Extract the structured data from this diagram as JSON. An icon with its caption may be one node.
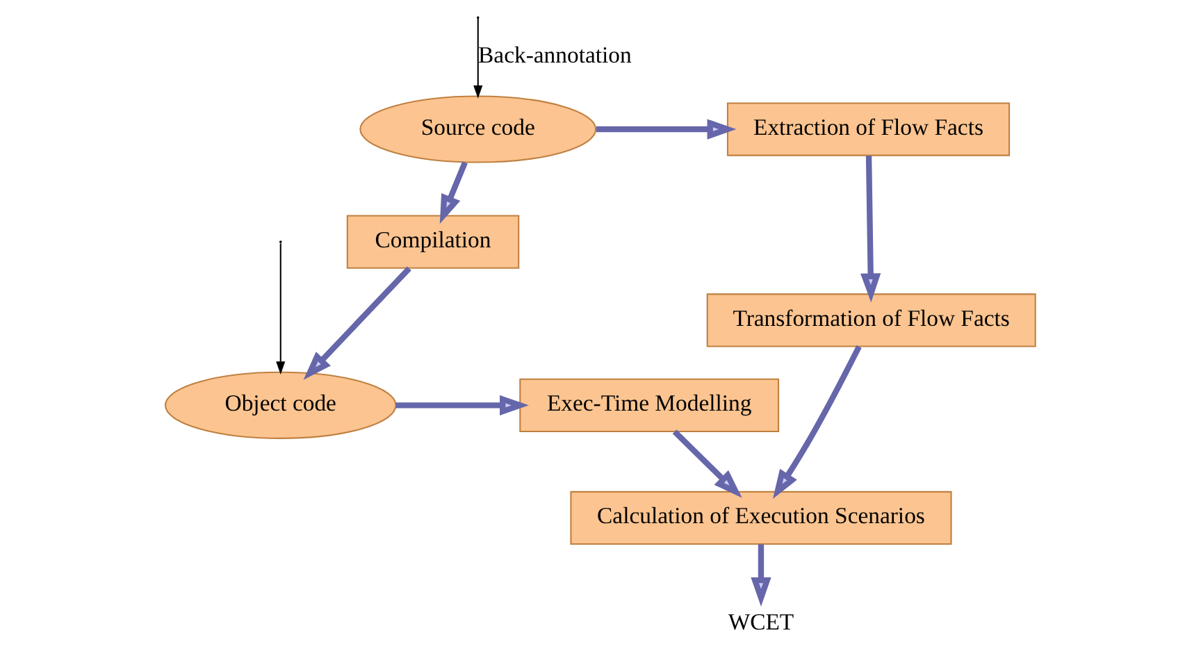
{
  "diagram": {
    "nodes": [
      {
        "text": [
          "Source code"
        ]
      },
      {
        "text": [
          "Extraction of Flow Facts"
        ]
      },
      {
        "text": [
          "Compilation"
        ]
      },
      {
        "text": [
          "Transformation of Flow Facts"
        ]
      },
      {
        "text": [
          "Calculation of Execution Scenarios"
        ]
      },
      {
        "text": [
          "Object code"
        ]
      },
      {
        "text": [
          "Exec-Time Modelling"
        ]
      },
      {
        "text": [
          "WCET"
        ]
      }
    ],
    "edges": [
      {
        "from": 0,
        "to": 1,
        "arrow": "to"
      },
      {
        "from": 0,
        "to": 2,
        "arrow": "to"
      },
      {
        "from": 1,
        "to": 3,
        "arrow": "to"
      },
      {
        "from": 2,
        "to": 5,
        "arrow": "to"
      },
      {
        "from": 3,
        "to": 4,
        "arrow": "to"
      },
      {
        "from": 5,
        "to": 6,
        "arrow": "to"
      },
      {
        "from": 6,
        "to": 4,
        "arrow": "to"
      },
      {
        "from": 4,
        "to": 7,
        "arrow": "to"
      },
      {
        "from": null,
        "to": 0,
        "arrow": "to",
        "label": "Back-annotation",
        "color": "#000000"
      },
      {
        "from": null,
        "to": 5,
        "arrow": "to",
        "color": "#000000"
      }
    ]
  }
}
